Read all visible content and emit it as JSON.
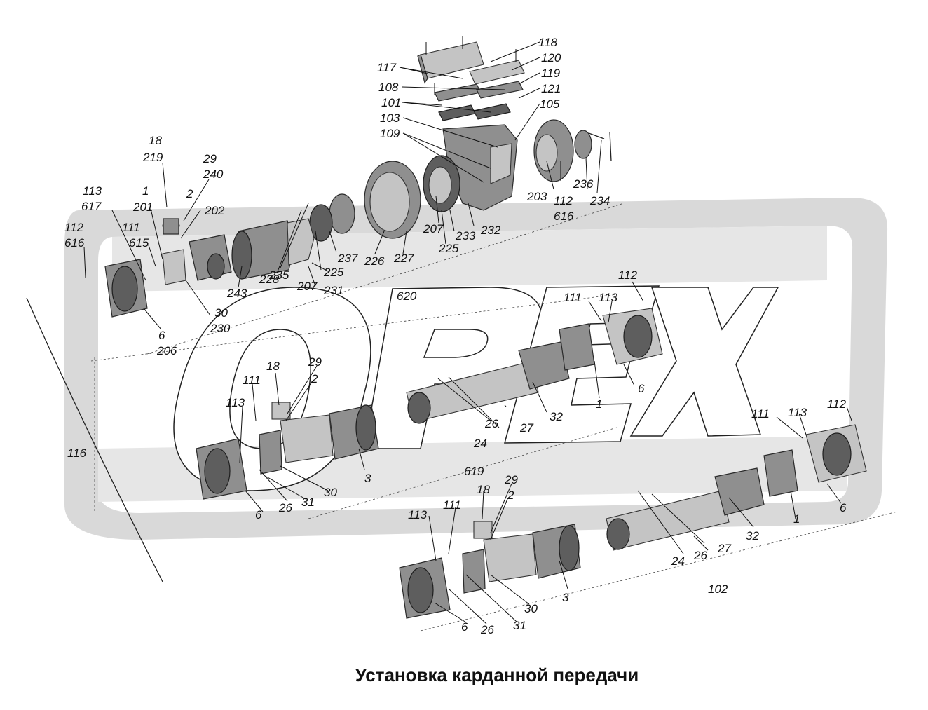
{
  "caption": "Установка карданной передачи",
  "watermark": "OPEX",
  "colors": {
    "watermark_fill": "#d9d9d9",
    "watermark_letters": "#ffffff",
    "part_mid": "#8f8f8f",
    "part_dark": "#5e5e5e",
    "part_light": "#c4c4c4",
    "ink": "#111111"
  },
  "labels": [
    "118",
    "120",
    "117",
    "119",
    "108",
    "121",
    "101",
    "105",
    "103",
    "109",
    "203",
    "236",
    "112",
    "616",
    "234",
    "18",
    "219",
    "29",
    "240",
    "1",
    "201",
    "2",
    "202",
    "113",
    "617",
    "112",
    "616",
    "111",
    "615",
    "207",
    "233",
    "232",
    "225",
    "237",
    "226",
    "227",
    "228",
    "225",
    "235",
    "207",
    "231",
    "243",
    "30",
    "230",
    "6",
    "206",
    "620",
    "112",
    "111",
    "113",
    "6",
    "1",
    "32",
    "26",
    "24",
    "27",
    "18",
    "29",
    "111",
    "2",
    "113",
    "3",
    "6",
    "26",
    "31",
    "30",
    "116",
    "619",
    "111",
    "113",
    "112",
    "6",
    "1",
    "18",
    "29",
    "2",
    "113",
    "111",
    "32",
    "24",
    "26",
    "27",
    "3",
    "30",
    "6",
    "26",
    "31",
    "102"
  ]
}
